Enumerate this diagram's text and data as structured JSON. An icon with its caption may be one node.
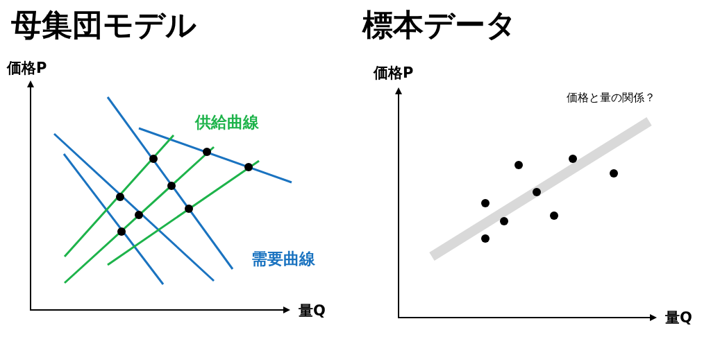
{
  "diagram": {
    "labels": [
      "母集団モデル",
      "標本データ",
      "価格P",
      "供給曲線",
      "需要曲線",
      "量Q",
      "価格P",
      "価格と量の関係？",
      "量Q"
    ]
  }
}
